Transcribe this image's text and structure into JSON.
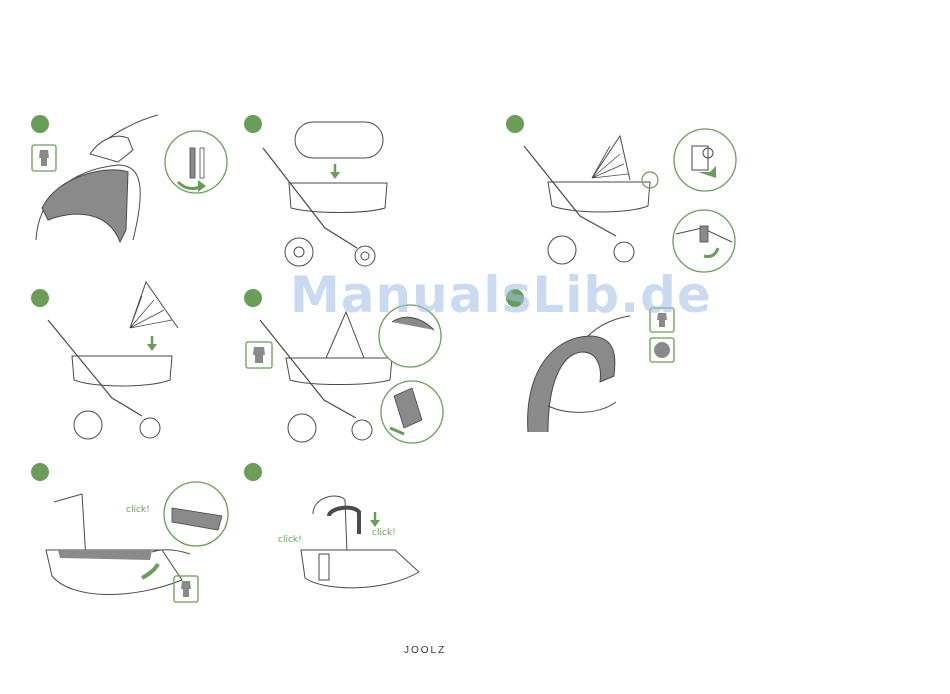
{
  "watermark": "ManualsLib.de",
  "brand": "JOOLZ",
  "click_label": "click!",
  "colors": {
    "accent": "#6a9d57",
    "line": "#4a4a4a",
    "fabric": "#8a8a8a",
    "watermark": "#9fbfe6"
  },
  "icons": [
    "baby-suit-icon",
    "sun-icon",
    "arrow-down-icon",
    "rotate-arrow-icon"
  ]
}
